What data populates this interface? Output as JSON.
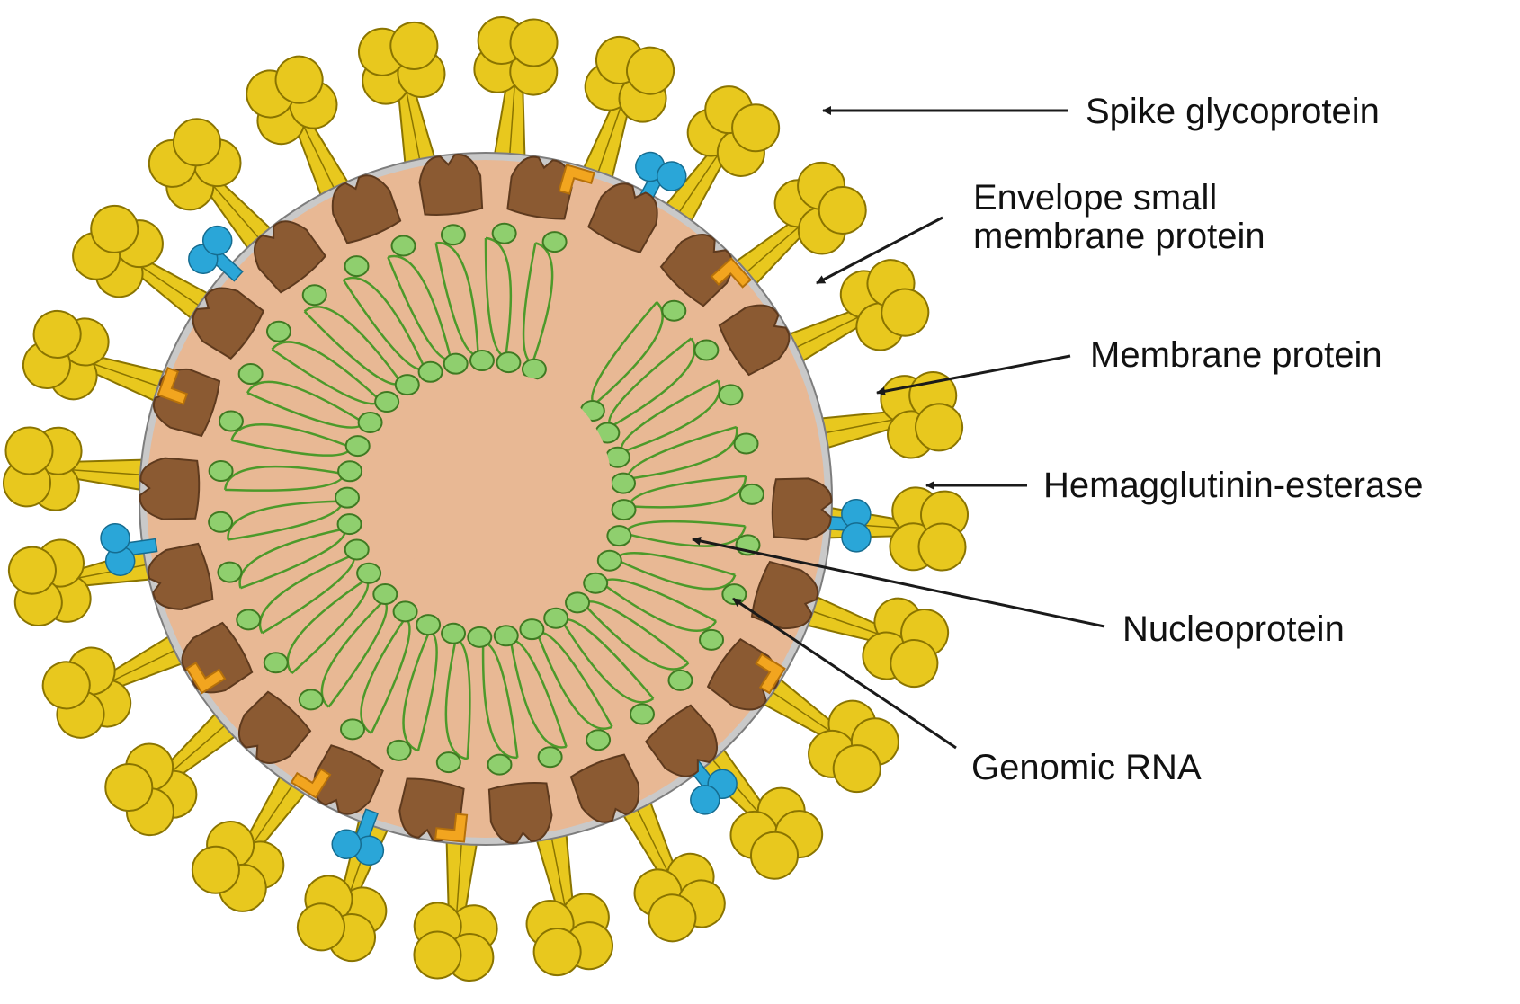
{
  "labels": {
    "spike": "Spike glycoprotein",
    "envelope_line1": "Envelope small",
    "envelope_line2": "membrane protein",
    "membrane": "Membrane protein",
    "hemagglutinin": "Hemagglutinin-esterase",
    "nucleoprotein": "Nucleoprotein",
    "genomic_rna": "Genomic RNA"
  },
  "colors": {
    "spike_yellow": "#e8c81e",
    "spike_outline": "#8a7400",
    "membrane_brown": "#8b5a32",
    "envelope_orange": "#f2a51f",
    "hemagglutinin_blue": "#2aa6d8",
    "nucleoprotein_green": "#8fcf6e",
    "rna_green": "#4c9a2a",
    "interior": "#e8b894",
    "envelope_ring": "#c9c9c9"
  },
  "icons": {
    "arrowhead": "arrowhead-icon"
  }
}
